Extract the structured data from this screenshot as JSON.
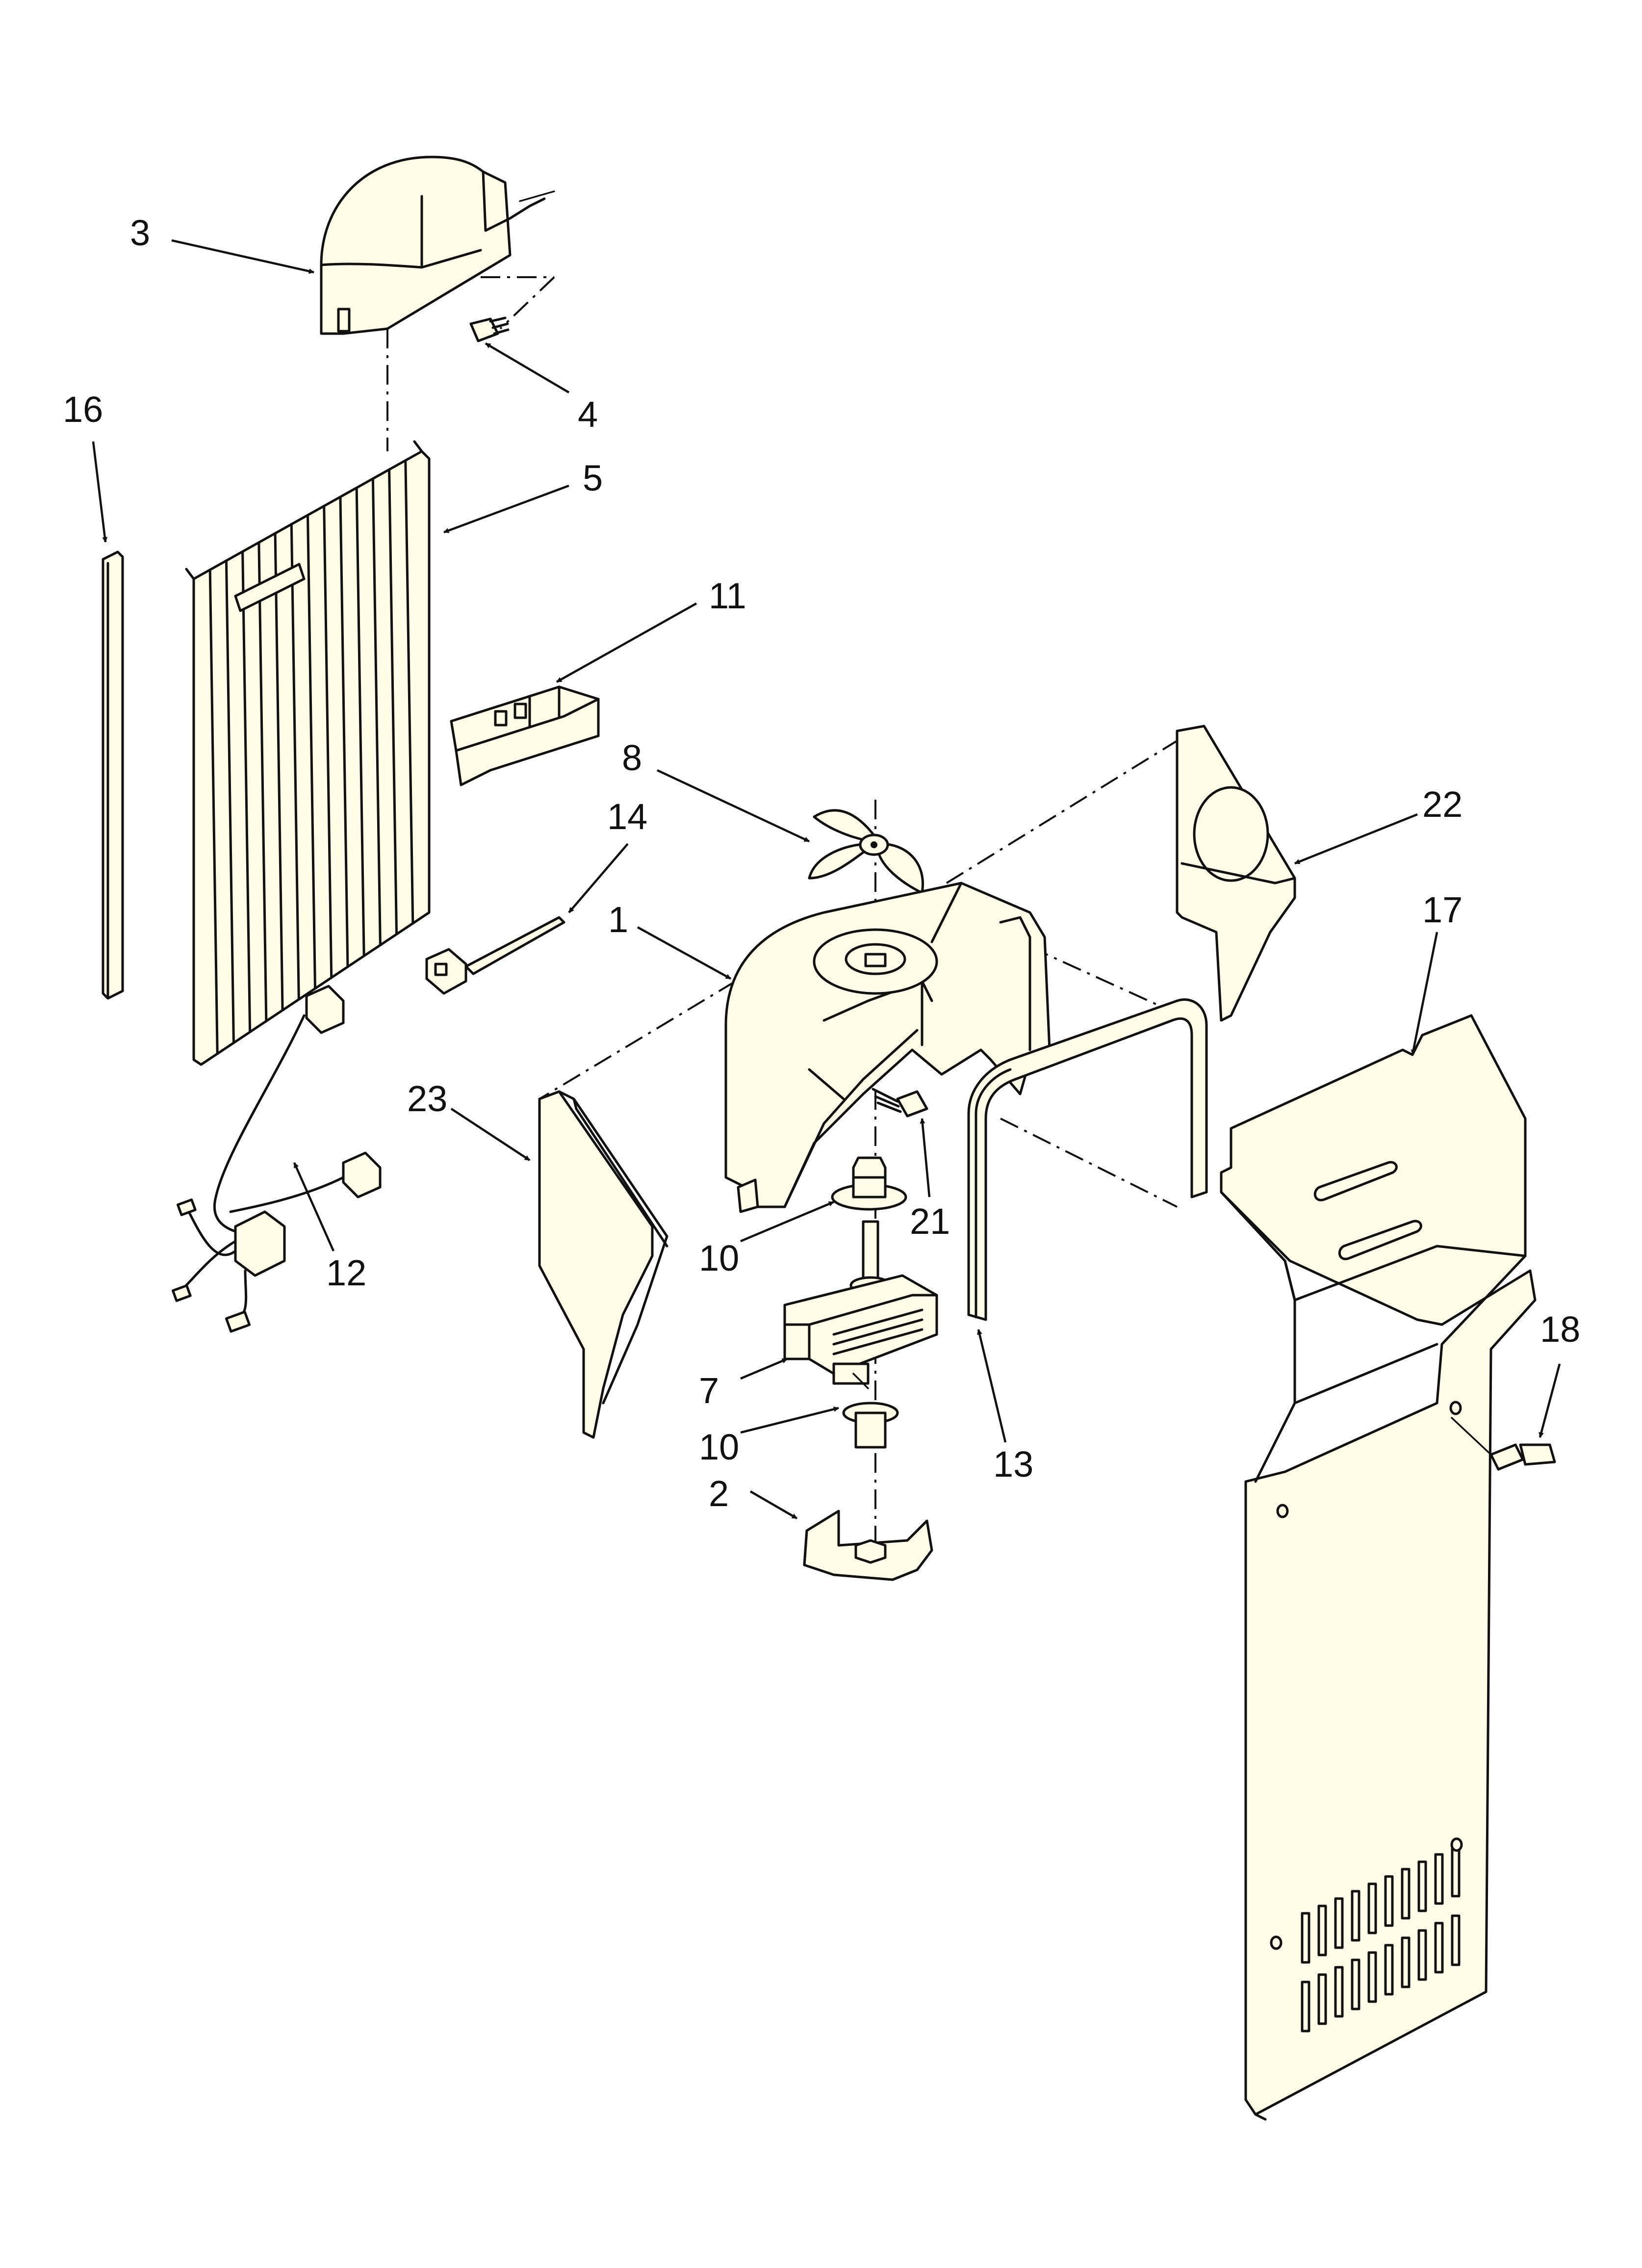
{
  "callouts": [
    {
      "id": "3",
      "text": "3"
    },
    {
      "id": "4",
      "text": "4"
    },
    {
      "id": "16",
      "text": "16"
    },
    {
      "id": "5",
      "text": "5"
    },
    {
      "id": "11",
      "text": "11"
    },
    {
      "id": "8",
      "text": "8"
    },
    {
      "id": "14",
      "text": "14"
    },
    {
      "id": "1",
      "text": "1"
    },
    {
      "id": "22",
      "text": "22"
    },
    {
      "id": "17",
      "text": "17"
    },
    {
      "id": "23",
      "text": "23"
    },
    {
      "id": "12",
      "text": "12"
    },
    {
      "id": "10a",
      "text": "10"
    },
    {
      "id": "21",
      "text": "21"
    },
    {
      "id": "7",
      "text": "7"
    },
    {
      "id": "10b",
      "text": "10"
    },
    {
      "id": "13",
      "text": "13"
    },
    {
      "id": "2",
      "text": "2"
    },
    {
      "id": "18",
      "text": "18"
    }
  ]
}
